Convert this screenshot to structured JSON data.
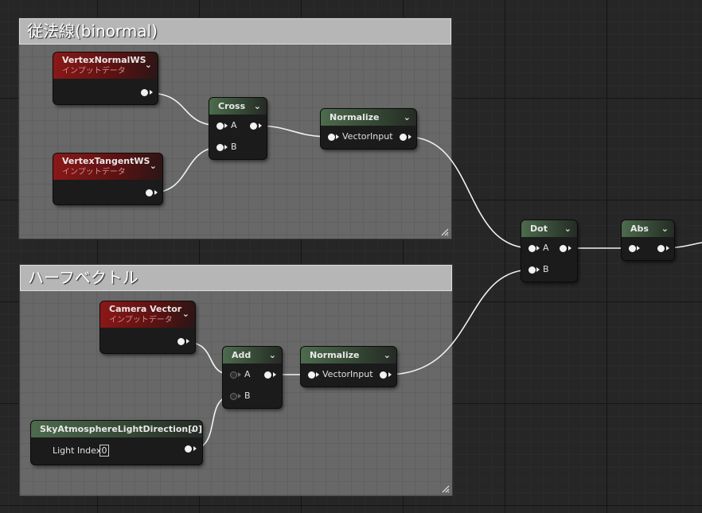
{
  "comments": {
    "binormal": {
      "title": "従法線(binormal)"
    },
    "half_vector": {
      "title": "ハーフベクトル"
    }
  },
  "nodes": {
    "vertex_normal_ws": {
      "title": "VertexNormalWS",
      "subtitle": "インプットデータ"
    },
    "vertex_tangent_ws": {
      "title": "VertexTangentWS",
      "subtitle": "インプットデータ"
    },
    "cross": {
      "title": "Cross",
      "pin_a": "A",
      "pin_b": "B"
    },
    "normalize_1": {
      "title": "Normalize",
      "pin_in": "VectorInput"
    },
    "dot": {
      "title": "Dot",
      "pin_a": "A",
      "pin_b": "B"
    },
    "abs": {
      "title": "Abs"
    },
    "camera_vector": {
      "title": "Camera Vector",
      "subtitle": "インプットデータ"
    },
    "add": {
      "title": "Add",
      "pin_a": "A",
      "pin_b": "B"
    },
    "normalize_2": {
      "title": "Normalize",
      "pin_in": "VectorInput"
    },
    "sky_light_dir": {
      "title": "SkyAtmosphereLightDirection[0]",
      "param_label": "Light Index",
      "param_value": "0"
    }
  },
  "colors": {
    "background": "#262626",
    "comment_body": "#686868",
    "comment_title": "#b6b6b6",
    "input_node_header": "#8c1818",
    "function_node_header": "#4d6b4d",
    "wire": "#f2f2f2"
  },
  "icons": {
    "node_menu": "chevron-down-icon",
    "exec_pin": "pin-circle-icon",
    "comment_resize": "resize-grip-icon"
  }
}
